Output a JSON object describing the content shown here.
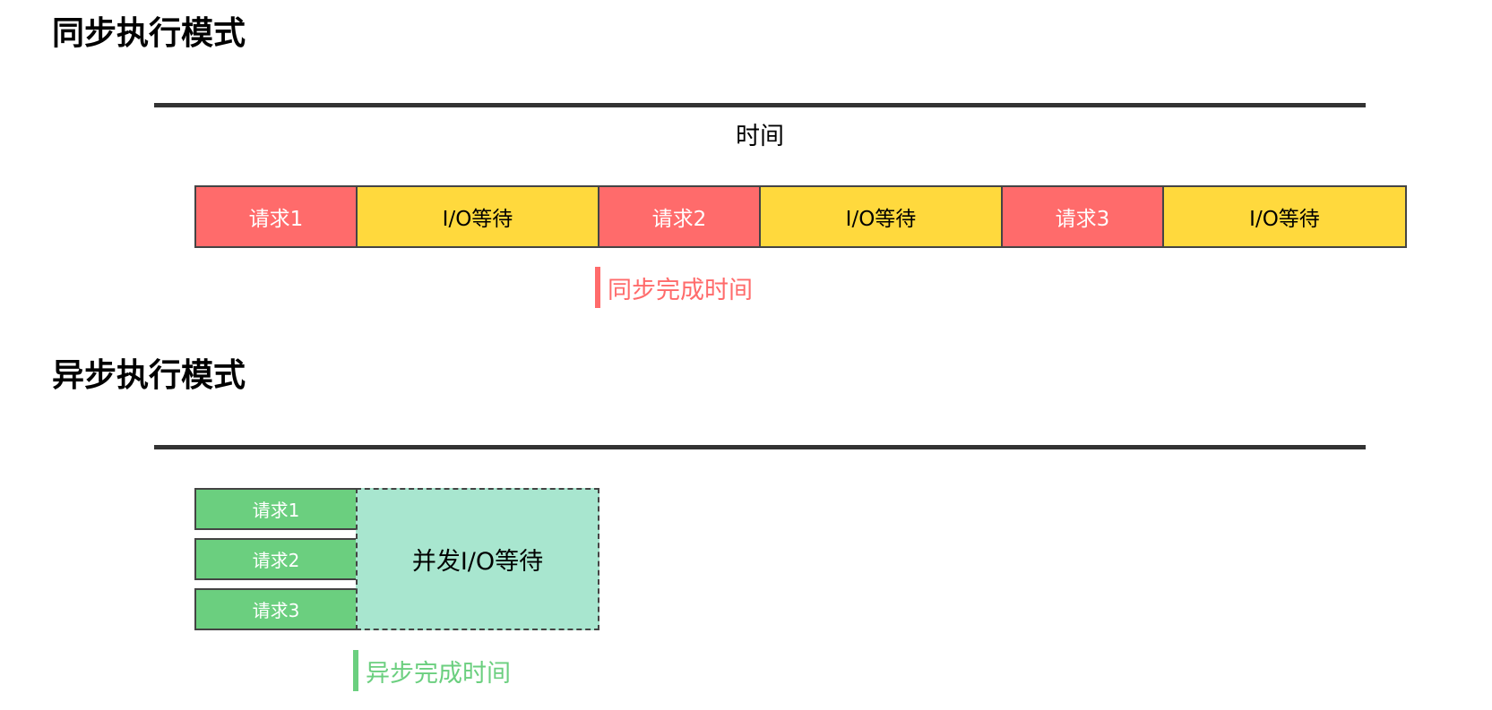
{
  "colors": {
    "request_sync": "#ff6b6b",
    "io_wait": "#ffd93d",
    "request_async": "#6bcf7f",
    "concurrent_io": "#a8e6cf",
    "sync_marker": "#ff6b6b",
    "async_marker": "#6bcf7f",
    "axis": "#333333"
  },
  "sync": {
    "title": "同步执行模式",
    "axis_label": "时间",
    "segments": [
      {
        "label": "请求1",
        "kind": "request"
      },
      {
        "label": "I/O等待",
        "kind": "io"
      },
      {
        "label": "请求2",
        "kind": "request"
      },
      {
        "label": "I/O等待",
        "kind": "io"
      },
      {
        "label": "请求3",
        "kind": "request"
      },
      {
        "label": "I/O等待",
        "kind": "io"
      }
    ],
    "completion_label": "同步完成时间"
  },
  "async": {
    "title": "异步执行模式",
    "requests": [
      "请求1",
      "请求2",
      "请求3"
    ],
    "concurrent_label": "并发I/O等待",
    "completion_label": "异步完成时间"
  }
}
